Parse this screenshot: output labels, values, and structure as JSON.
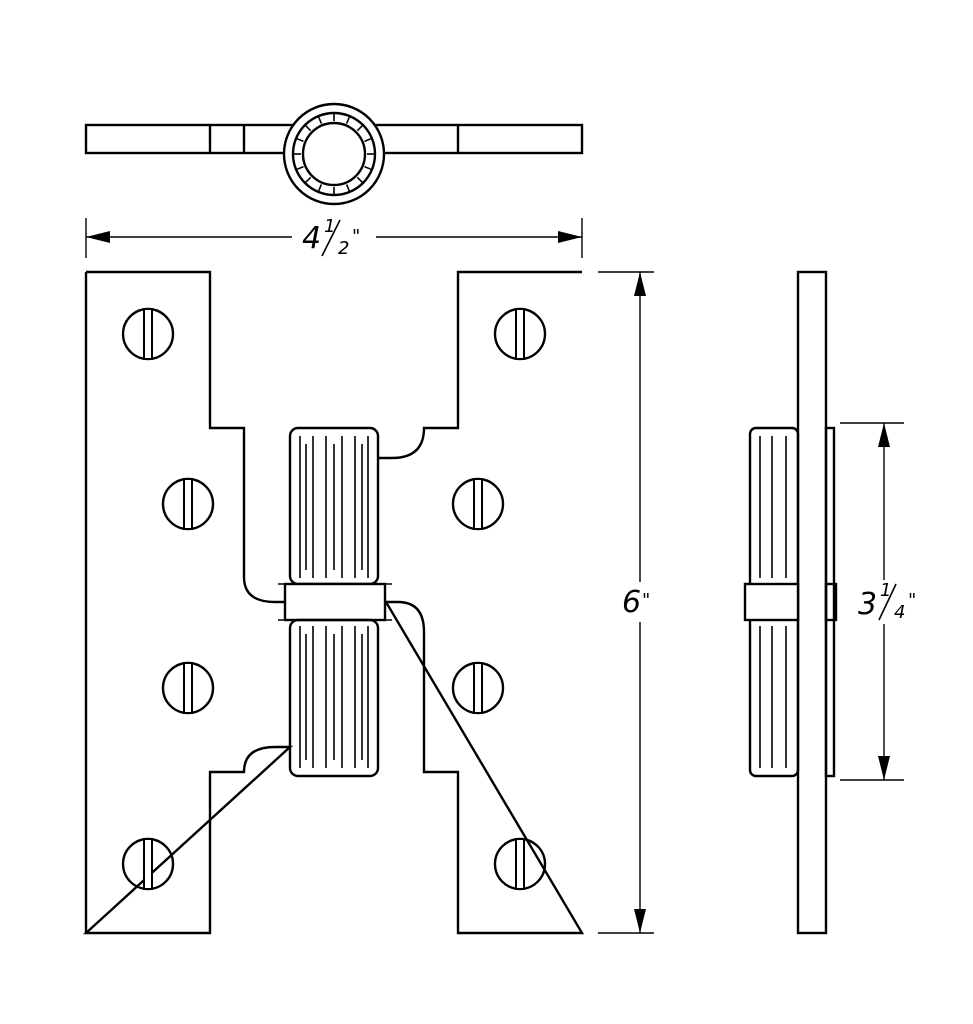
{
  "dimensions": {
    "width": {
      "whole": "4",
      "num": "1",
      "den": "2",
      "unit": "\""
    },
    "height": {
      "whole": "6",
      "unit": "\""
    },
    "knuckle_height": {
      "whole": "3",
      "num": "1",
      "den": "4",
      "unit": "\""
    }
  }
}
